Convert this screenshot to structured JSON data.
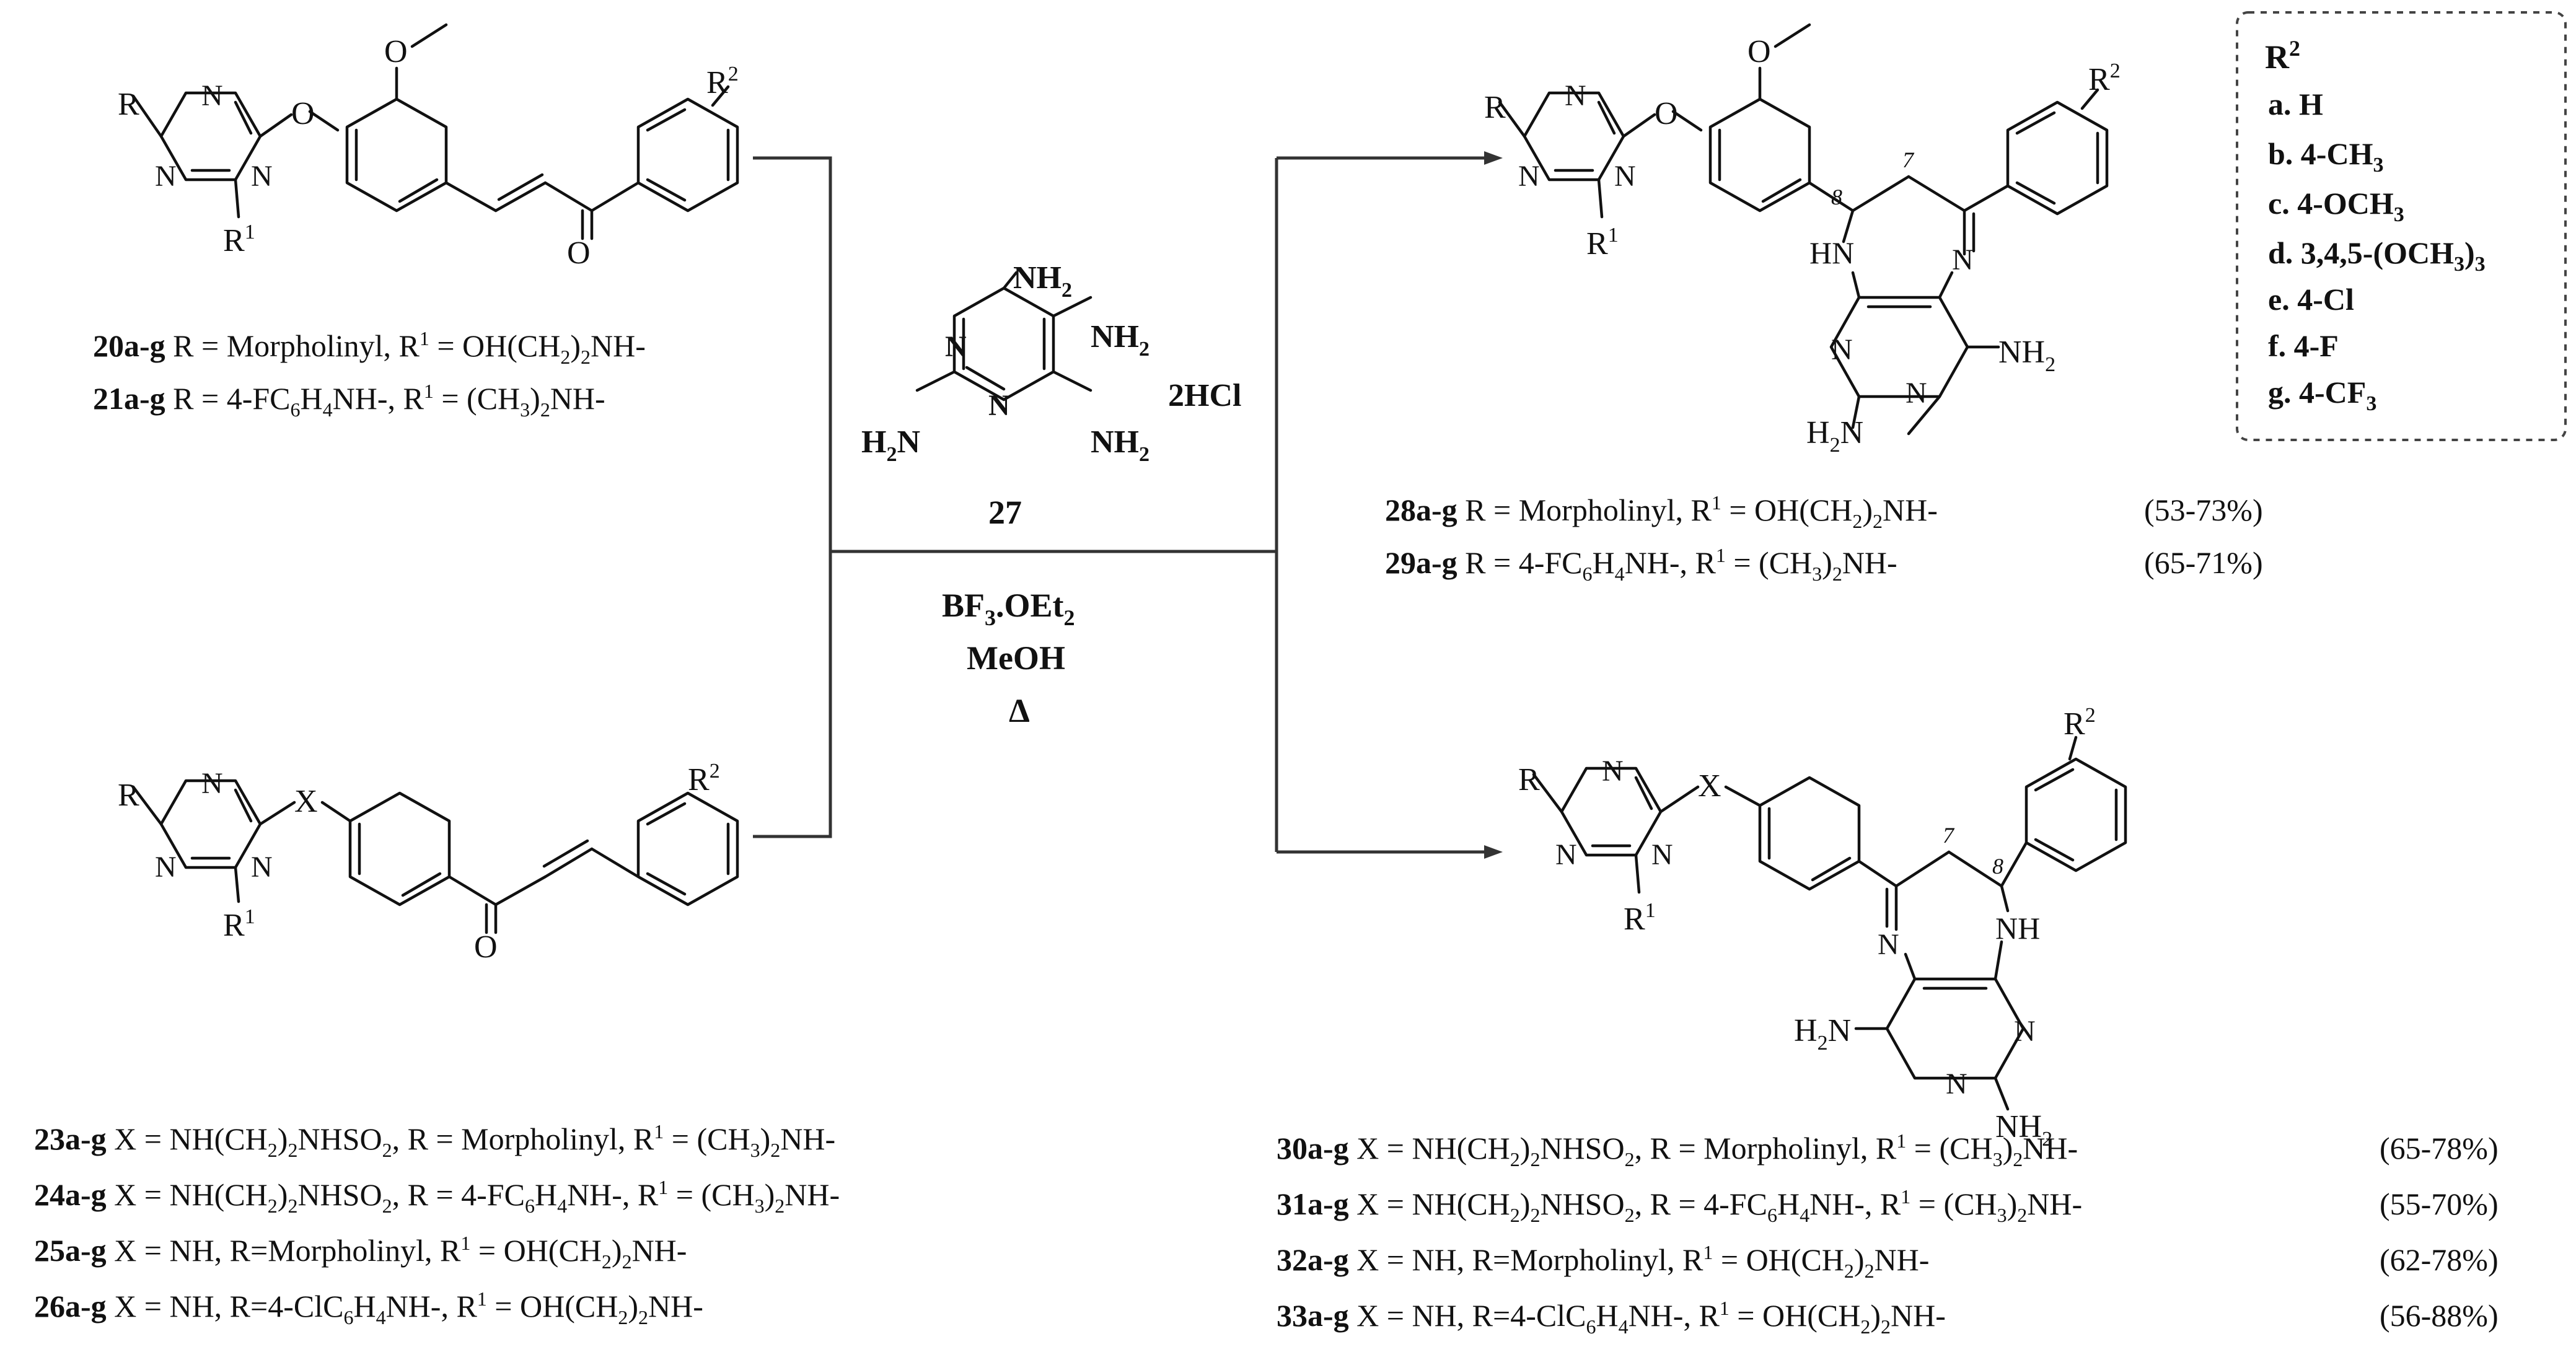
{
  "structures": {
    "s20": {
      "R": "R",
      "R1_sym": "R",
      "R1_sup": "1",
      "R2_sym": "R",
      "R2_sup": "2",
      "N": "N",
      "O": "O"
    },
    "s23": {
      "R": "R",
      "R1_sym": "R",
      "R1_sup": "1",
      "R2_sym": "R",
      "R2_sup": "2",
      "N": "N",
      "O": "O",
      "X": "X"
    },
    "s28": {
      "R": "R",
      "R1_sym": "R",
      "R1_sup": "1",
      "R2_sym": "R",
      "R2_sup": "2",
      "N": "N",
      "HN": "HN",
      "NH2": "NH",
      "H2N": "H",
      "H2N_rest": "N",
      "pos8": "8",
      "pos7": "7"
    },
    "s30": {
      "R": "R",
      "R1_sym": "R",
      "R1_sup": "1",
      "R2_sym": "R",
      "R2_sup": "2",
      "N": "N",
      "X": "X",
      "NH": "NH",
      "NH2": "NH",
      "H2N": "H",
      "H2N_rest": "N",
      "pos8": "8",
      "pos7": "7"
    }
  },
  "reagent": {
    "compound_label": "27",
    "nh2": "NH",
    "h2n": "H",
    "h2n_rest": "N",
    "salt": "2HCl",
    "conditions": {
      "line1": "BF",
      "line1_sub": "3",
      "line1_rest": ".OEt",
      "line1_sub2": "2",
      "line2": "MeOH",
      "line3": "Δ"
    }
  },
  "r2_box": {
    "header": "R",
    "header_sup": "2",
    "items": [
      "a. H",
      "b. 4-CH",
      "c. 4-OCH",
      "d. 3,4,5-(OCH",
      "e. 4-Cl",
      "f.  4-F",
      "g. 4-CF"
    ]
  },
  "rows": {
    "r20": {
      "id": "20a-g",
      "text_a": "R = Morpholinyl, R",
      "text_b": " = OH(CH",
      "text_c": ")",
      "text_d": "NH-"
    },
    "r21": {
      "id": "21a-g",
      "text_a": "R = 4-FC",
      "text_b": "H",
      "text_c": "NH-, R",
      "text_d": " = (CH",
      "text_e": ")",
      "text_f": "NH-"
    },
    "r28": {
      "id": "28a-g",
      "text_a": "R = Morpholinyl, R",
      "text_b": " = OH(CH",
      "text_c": ")",
      "text_d": "NH-",
      "yield": "(53-73%)"
    },
    "r29": {
      "id": "29a-g",
      "text_a": "R = 4-FC",
      "text_b": "H",
      "text_c": "NH-, R",
      "text_d": " = (CH",
      "text_e": ")",
      "text_f": "NH-",
      "yield": "(65-71%)"
    },
    "r23": {
      "id": "23a-g",
      "text_a": "X = NH(CH",
      "text_b": ")",
      "text_c": "NHSO",
      "text_d": ", R = Morpholinyl, R",
      "text_e": " = (CH",
      "text_f": ")",
      "text_g": "NH-"
    },
    "r24": {
      "id": "24a-g",
      "text_a": "X = NH(CH",
      "text_b": ")",
      "text_c": "NHSO",
      "text_d": ", R = 4-FC",
      "text_e": "H",
      "text_f": "NH-, R",
      "text_g": " = (CH",
      "text_h": ")",
      "text_i": "NH-"
    },
    "r25": {
      "id": "25a-g",
      "text_a": "X = NH, R=Morpholinyl, R",
      "text_b": " = OH(CH",
      "text_c": ")",
      "text_d": "NH-"
    },
    "r26": {
      "id": "26a-g",
      "text_a": "X = NH, R=4-ClC",
      "text_b": "H",
      "text_c": "NH-, R",
      "text_d": " = OH(CH",
      "text_e": ")",
      "text_f": "NH-"
    },
    "r30": {
      "id": "30a-g",
      "text_a": "X = NH(CH",
      "text_b": ")",
      "text_c": "NHSO",
      "text_d": ", R = Morpholinyl, R",
      "text_e": " = (CH",
      "text_f": ")",
      "text_g": "NH-",
      "yield": "(65-78%)"
    },
    "r31": {
      "id": "31a-g",
      "text_a": "X = NH(CH",
      "text_b": ")",
      "text_c": "NHSO",
      "text_d": ", R = 4-FC",
      "text_e": "H",
      "text_f": "NH-, R",
      "text_g": " = (CH",
      "text_h": ")",
      "text_i": "NH-",
      "yield": "(55-70%)"
    },
    "r32": {
      "id": "32a-g",
      "text_a": "X = NH, R=Morpholinyl, R",
      "text_b": " = OH(CH",
      "text_c": ")",
      "text_d": "NH-",
      "yield": "(62-78%)"
    },
    "r33": {
      "id": "33a-g",
      "text_a": "X = NH, R=4-ClC",
      "text_b": "H",
      "text_c": "NH-, R",
      "text_d": " = OH(CH",
      "text_e": ")",
      "text_f": "NH-",
      "yield": "(56-88%)"
    }
  },
  "subs": {
    "two": "2",
    "three": "3",
    "four": "4",
    "six": "6",
    "one": "1"
  }
}
